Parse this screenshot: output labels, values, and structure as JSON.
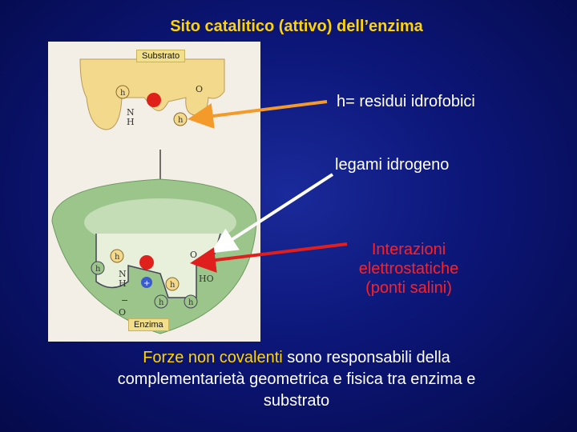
{
  "title": "Sito catalitico (attivo) dell’enzima",
  "figure": {
    "substrate_tag": "Substrato",
    "enzyme_tag": "Enzima",
    "glyphs": {
      "h": "h",
      "o": "O",
      "n": "N",
      "nh_h": "H",
      "ho": "HO",
      "plus": "+",
      "minus": "−"
    }
  },
  "labels": {
    "hydrophobic": "h= residui idrofobici",
    "hbond": "legami idrogeno",
    "electrostatic": [
      "Interazioni",
      "elettrostatiche",
      "(ponti salini)"
    ]
  },
  "footer": {
    "highlight": "Forze non covalenti",
    "line1_rest": " sono responsabili della",
    "line2": "complementarietà geometrica e fisica tra enzima e",
    "line3": "substrato"
  },
  "colors": {
    "background": "#0c1678",
    "title": "#ffd400",
    "hydrophobic_arrow": "#f39a2a",
    "hbond_arrow": "#ffffff",
    "electrostatic_arrow": "#e01e1e",
    "substrate_fill": "#f3d98c",
    "enzyme_fill": "#9cc58c"
  }
}
